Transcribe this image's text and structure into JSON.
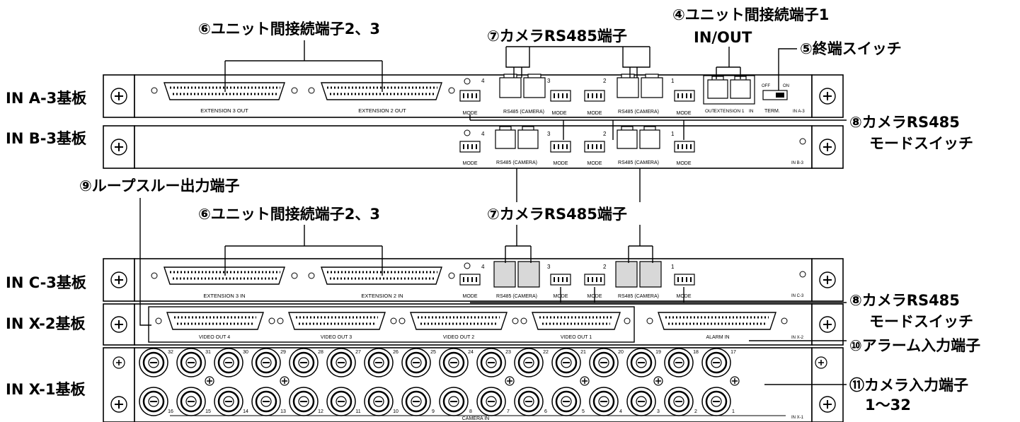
{
  "boards": {
    "a3": "IN A-3基板",
    "b3": "IN B-3基板",
    "c3": "IN C-3基板",
    "x2": "IN X-2基板",
    "x1": "IN X-1基板"
  },
  "callouts": {
    "ext23_top": "⑥ユニット間接続端子2、3",
    "rs485_top": "⑦カメラRS485端子",
    "ext1_line1": "④ユニット間接続端子1",
    "ext1_line2": "IN/OUT",
    "term_switch": "⑤終端スイッチ",
    "mode_top_line1": "⑧カメラRS485",
    "mode_top_line2": "モードスイッチ",
    "loop_through": "⑨ループスルー出力端子",
    "ext23_bottom": "⑥ユニット間接続端子2、3",
    "rs485_bottom": "⑦カメラRS485端子",
    "mode_bottom_line1": "⑧カメラRS485",
    "mode_bottom_line2": "モードスイッチ",
    "alarm_in": "⑩アラーム入力端子",
    "camera_in_line1": "⑪カメラ入力端子",
    "camera_in_line2": "1〜32"
  },
  "panel_a3": {
    "ext3": "EXTENSION  3  OUT",
    "ext2": "EXTENSION  2  OUT",
    "rs485": "RS485 (CAMERA)",
    "mode": "MODE",
    "ch4": "4",
    "ch3": "3",
    "ch2": "2",
    "ch1": "1",
    "out": "OUT",
    "ext1": "EXTENSION 1",
    "in": "IN",
    "off": "OFF",
    "on": "ON",
    "term": "TERM.",
    "id": "IN A-3"
  },
  "panel_b3": {
    "rs485": "RS485 (CAMERA)",
    "mode": "MODE",
    "ch4": "4",
    "ch3": "3",
    "ch2": "2",
    "ch1": "1",
    "id": "IN B-3"
  },
  "panel_c3": {
    "ext3": "EXTENSION  3  IN",
    "ext2": "EXTENSION  2  IN",
    "rs485": "RS485 (CAMERA)",
    "mode": "MODE",
    "ch4": "4",
    "ch3": "3",
    "ch2": "2",
    "ch1": "1",
    "id": "IN C-3"
  },
  "panel_x2": {
    "vo4": "VIDEO OUT 4",
    "vo3": "VIDEO OUT 3",
    "vo2": "VIDEO OUT 2",
    "vo1": "VIDEO OUT 1",
    "alarm": "ALARM IN",
    "id": "IN X-2"
  },
  "panel_x1": {
    "camera_in": "CAMERA IN",
    "id": "IN X-1",
    "top_numbers": [
      "32",
      "31",
      "30",
      "29",
      "28",
      "27",
      "26",
      "25",
      "24",
      "23",
      "22",
      "21",
      "20",
      "19",
      "18",
      "17"
    ],
    "bottom_numbers": [
      "16",
      "15",
      "14",
      "13",
      "12",
      "11",
      "10",
      "9",
      "8",
      "7",
      "6",
      "5",
      "4",
      "3",
      "2",
      "1"
    ]
  }
}
